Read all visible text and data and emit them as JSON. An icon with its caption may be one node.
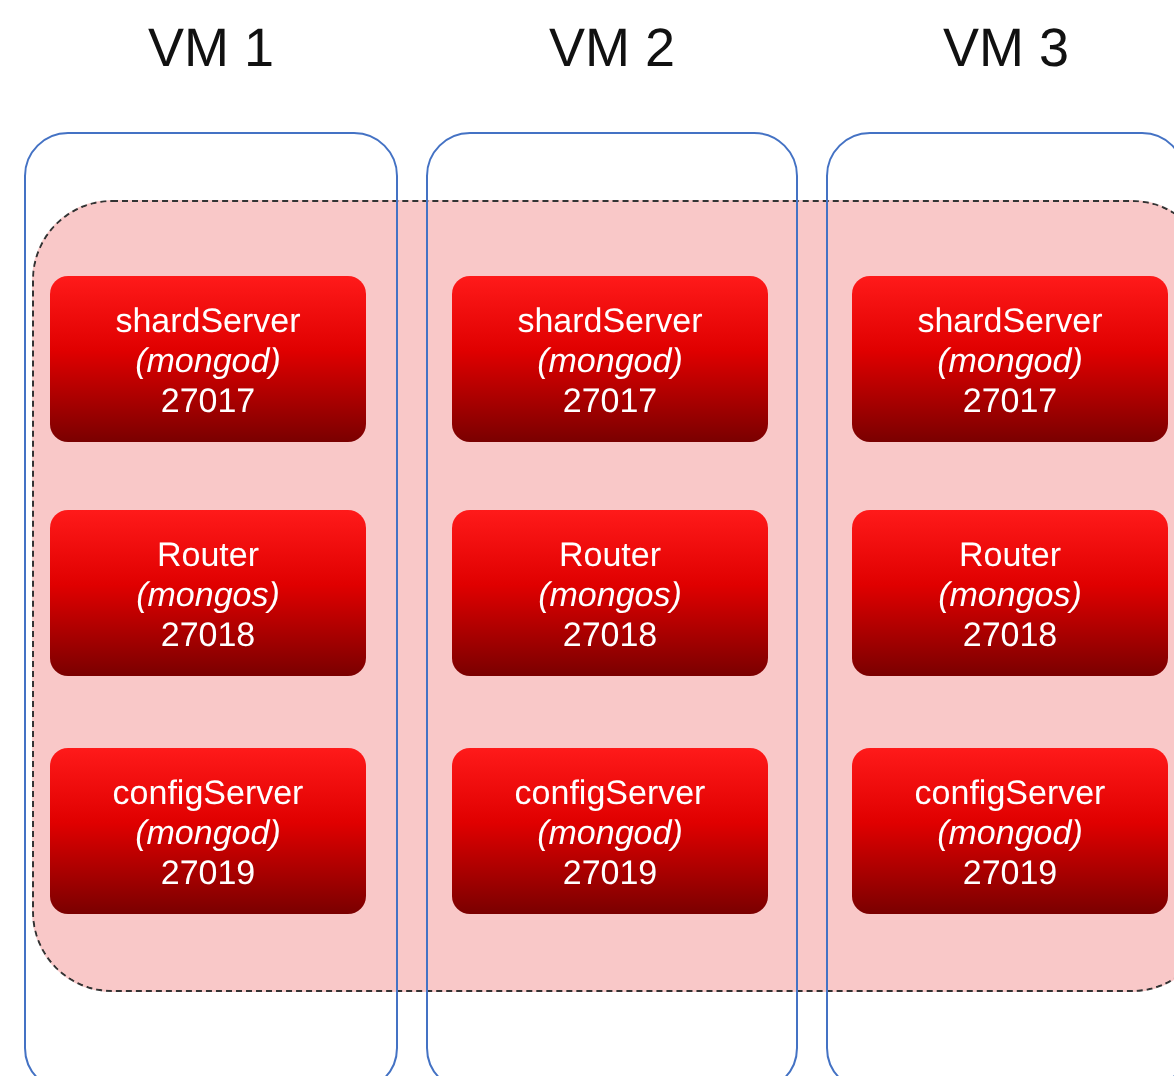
{
  "diagram": {
    "nodes": [
      {
        "text": [
          "VM 1"
        ]
      },
      {
        "text": [
          "shardServer",
          "(mongod)",
          "27017"
        ],
        "in": 0
      },
      {
        "text": [
          "Router",
          "(mongos)",
          "27018"
        ],
        "in": 0
      },
      {
        "text": [
          "configServer",
          "(mongod)",
          "27019"
        ],
        "in": 0
      },
      {
        "text": [
          "VM 2"
        ]
      },
      {
        "text": [
          "shardServer",
          "(mongod)",
          "27017"
        ],
        "in": 4
      },
      {
        "text": [
          "Router",
          "(mongos)",
          "27018"
        ],
        "in": 4
      },
      {
        "text": [
          "configServer",
          "(mongod)",
          "27019"
        ],
        "in": 4
      },
      {
        "text": [
          "VM 3"
        ]
      },
      {
        "text": [
          "shardServer",
          "(mongod)",
          "27017"
        ],
        "in": 8
      },
      {
        "text": [
          "Router",
          "(mongos)",
          "27018"
        ],
        "in": 8
      },
      {
        "text": [
          "configServer",
          "(mongod)",
          "27019"
        ],
        "in": 8
      },
      {
        "text": [],
        "shape": "box"
      }
    ],
    "edges": []
  }
}
